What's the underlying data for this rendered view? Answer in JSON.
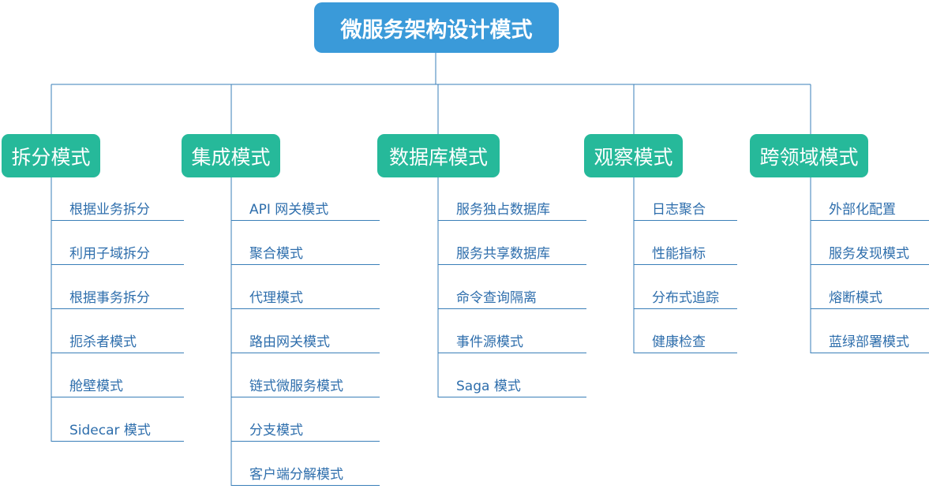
{
  "diagram": {
    "title": "微服务架构设计模式",
    "colors": {
      "root": "#3a9ad9",
      "category": "#26b99a",
      "line": "#3a7fb8",
      "item_text": "#2e6eac"
    },
    "categories": [
      {
        "label": "拆分模式",
        "items": [
          "根据业务拆分",
          "利用子域拆分",
          "根据事务拆分",
          "扼杀者模式",
          "舱壁模式",
          "Sidecar 模式"
        ]
      },
      {
        "label": "集成模式",
        "items": [
          "API 网关模式",
          "聚合模式",
          "代理模式",
          "路由网关模式",
          "链式微服务模式",
          "分支模式",
          "客户端分解模式"
        ]
      },
      {
        "label": "数据库模式",
        "items": [
          "服务独占数据库",
          "服务共享数据库",
          "命令查询隔离",
          "事件源模式",
          "Saga 模式"
        ]
      },
      {
        "label": "观察模式",
        "items": [
          "日志聚合",
          "性能指标",
          "分布式追踪",
          "健康检查"
        ]
      },
      {
        "label": "跨领域模式",
        "items": [
          "外部化配置",
          "服务发现模式",
          "熔断模式",
          "蓝绿部署模式"
        ]
      }
    ]
  }
}
